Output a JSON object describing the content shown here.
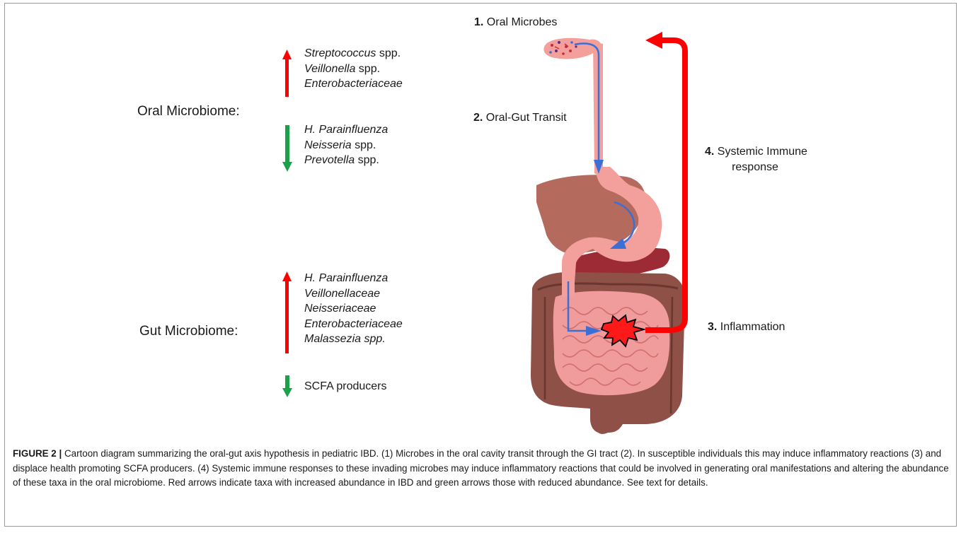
{
  "oral": {
    "label": "Oral Microbiome:",
    "increased": [
      {
        "name": "Streptococcus",
        "suffix": " spp."
      },
      {
        "name": "Veillonella",
        "suffix": " spp."
      },
      {
        "name": "Enterobacteriaceae",
        "suffix": ""
      }
    ],
    "decreased": [
      {
        "name": "H. Parainfluenza",
        "suffix": ""
      },
      {
        "name": "Neisseria",
        "suffix": " spp."
      },
      {
        "name": "Prevotella",
        "suffix": " spp."
      }
    ]
  },
  "gut": {
    "label": "Gut Microbiome:",
    "increased": [
      {
        "name": "H. Parainfluenza",
        "suffix": ""
      },
      {
        "name": "Veillonellaceae",
        "suffix": ""
      },
      {
        "name": "Neisseriaceae",
        "suffix": ""
      },
      {
        "name": "Enterobacteriaceae",
        "suffix": ""
      },
      {
        "name": "Malassezia spp.",
        "suffix": ""
      }
    ],
    "decreased": [
      {
        "name": "",
        "suffix": "SCFA producers"
      }
    ]
  },
  "steps": {
    "s1": {
      "num": "1.",
      "text": " Oral Microbes"
    },
    "s2": {
      "num": "2.",
      "text": " Oral-Gut Transit"
    },
    "s3": {
      "num": "3.",
      "text": " Inflammation"
    },
    "s4": {
      "num": "4.",
      "text": " Systemic Immune",
      "text2": "response"
    }
  },
  "colors": {
    "increase_arrow": "#ff0000",
    "decrease_arrow": "#1aa14a",
    "transit_arrow": "#3b6fd6",
    "immune_arrow": "#ff0000"
  },
  "icons": [
    "increase-arrow-icon",
    "decrease-arrow-icon",
    "gi-tract-illustration",
    "inflammation-burst-icon",
    "oral-microbes-icon"
  ],
  "caption": {
    "label": "FIGURE 2 |",
    "text": " Cartoon diagram summarizing the oral-gut axis hypothesis in pediatric IBD. (1) Microbes in the oral cavity transit through the GI tract (2). In susceptible individuals this may induce inflammatory reactions (3) and displace health promoting SCFA producers. (4) Systemic immune responses to these invading microbes may induce inflammatory reactions that could be involved in generating oral manifestations and altering the abundance of these taxa in the oral microbiome. Red arrows indicate taxa with increased abundance in IBD and green arrows those with reduced abundance. See text for details."
  }
}
